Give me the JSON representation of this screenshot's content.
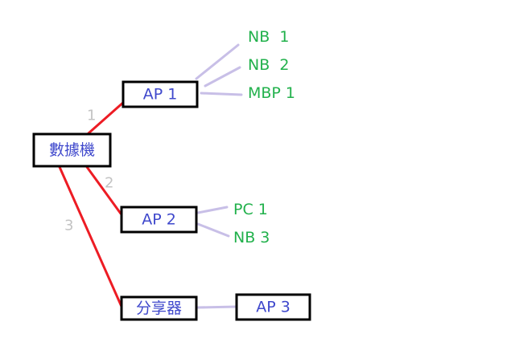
{
  "colors": {
    "node_text": "#3f48cc",
    "leaf_text": "#22b14c",
    "trunk_line": "#ed1c24",
    "branch_line": "#c8bfe7",
    "edge_label": "#c3c3c3"
  },
  "nodes": {
    "root": "數據機",
    "ap1": "AP 1",
    "ap2": "AP 2",
    "router": "分享器",
    "ap3": "AP 3"
  },
  "edge_labels": {
    "to_ap1": "1",
    "to_ap2": "2",
    "to_router": "3"
  },
  "ap1_devices": [
    "NB  1",
    "NB  2",
    "MBP 1"
  ],
  "ap2_devices": [
    "PC 1",
    "NB 3"
  ]
}
